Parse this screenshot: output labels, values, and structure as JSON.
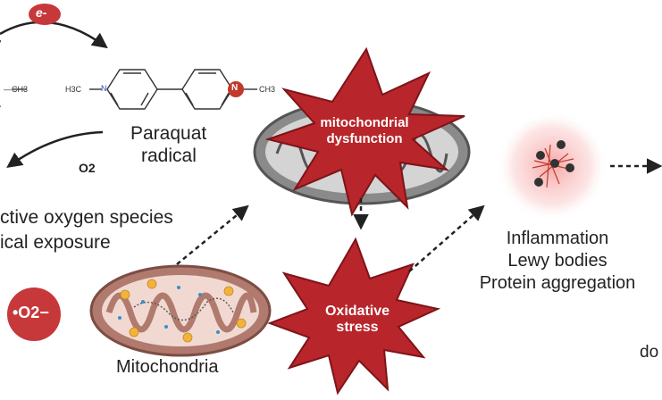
{
  "electron": {
    "label": "e-"
  },
  "superoxide": {
    "label": "•O2−"
  },
  "molecule": {
    "left_methyl": "—CH3",
    "h3c": "H3C",
    "n_left": "N",
    "n_right": "N",
    "right_methyl": "CH3",
    "caption_line1": "Paraquat",
    "caption_line2": "radical",
    "oxygen": "O2"
  },
  "ros": {
    "line1": "ctive oxygen species",
    "line2": "ical exposure"
  },
  "stars": {
    "mito_dysfunction": {
      "line1": "mitochondrial",
      "line2": "dysfunction"
    },
    "oxidative_stress": {
      "line1": "Oxidative",
      "line2": "stress"
    }
  },
  "mitochondria": {
    "label": "Mitochondria"
  },
  "pathology": {
    "line1": "Inflammation",
    "line2": "Lewy bodies",
    "line3": "Protein aggregation"
  },
  "cutoff_right": {
    "label": "do"
  },
  "colors": {
    "star": "#b8252b",
    "badge": "#c6383a",
    "mito_outer": "#b07a6e",
    "mito_inner": "#f1d9d2"
  }
}
